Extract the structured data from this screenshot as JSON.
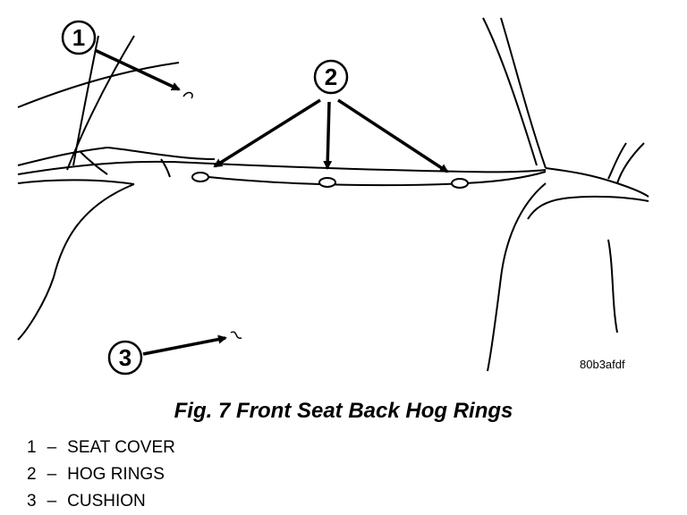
{
  "figure": {
    "callouts": [
      {
        "number": "1"
      },
      {
        "number": "2"
      },
      {
        "number": "3"
      }
    ],
    "image_code": "80b3afdf"
  },
  "caption": "Fig. 7 Front Seat Back Hog Rings",
  "legend": [
    {
      "number": "1",
      "label": "SEAT COVER"
    },
    {
      "number": "2",
      "label": "HOG RINGS"
    },
    {
      "number": "3",
      "label": "CUSHION"
    }
  ]
}
